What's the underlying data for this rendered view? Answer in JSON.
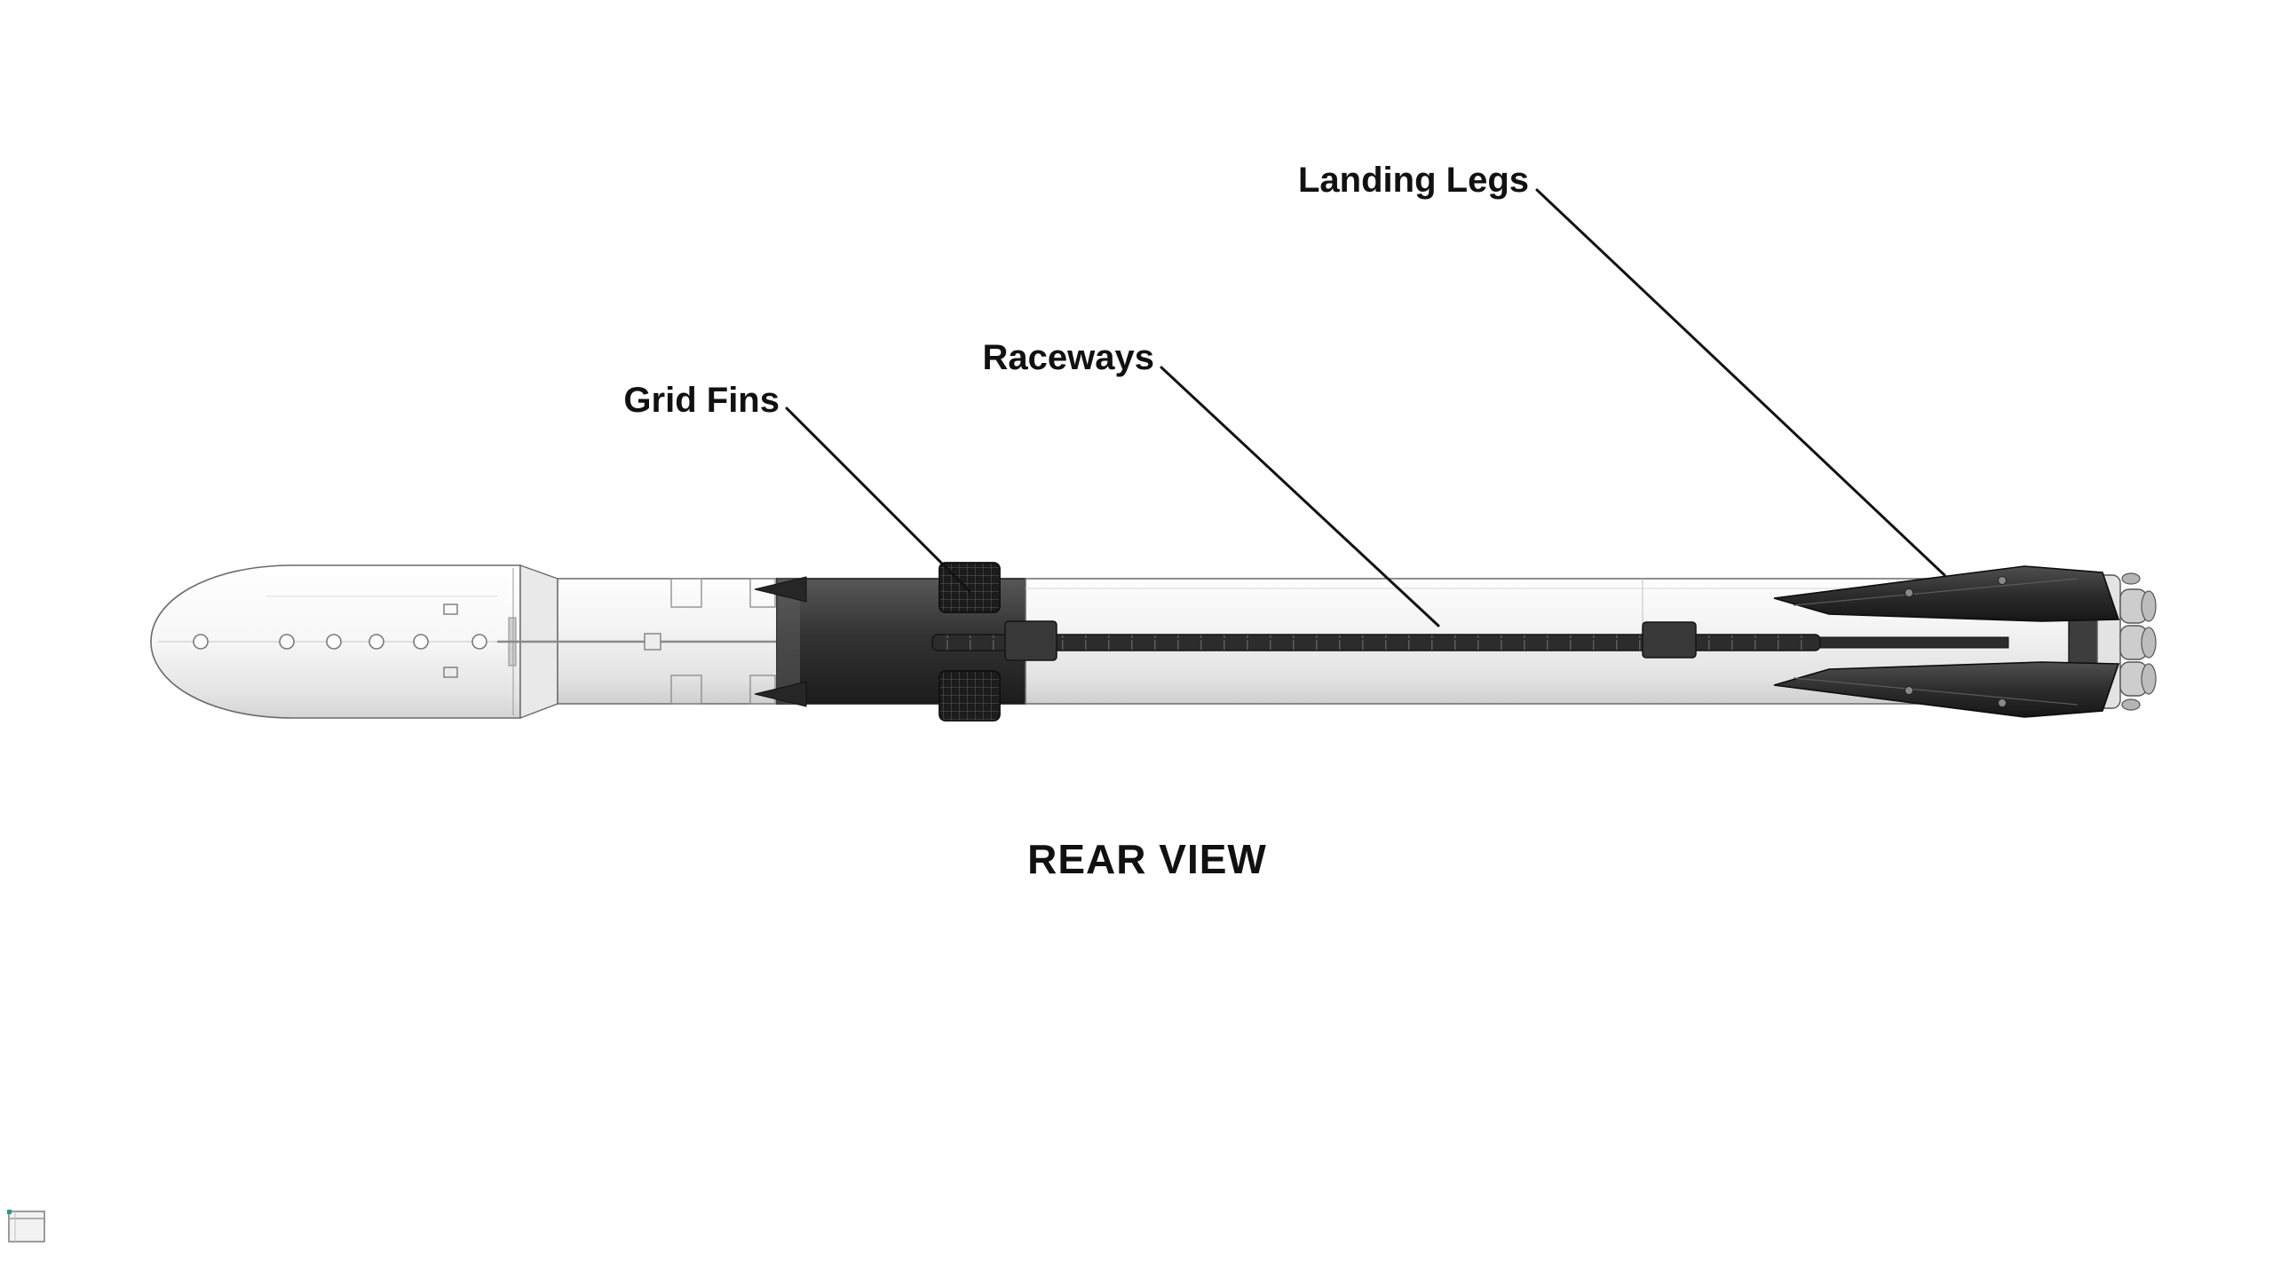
{
  "diagram": {
    "view_title": "REAR VIEW",
    "labels": {
      "grid_fins": "Grid Fins",
      "raceways": "Raceways",
      "landing_legs": "Landing Legs"
    }
  },
  "colors": {
    "background": "#ffffff",
    "text": "#111111",
    "leader_line": "#121212",
    "body_light": "#f3f3f3",
    "dark_section": "#303030",
    "outline": "#666666"
  }
}
